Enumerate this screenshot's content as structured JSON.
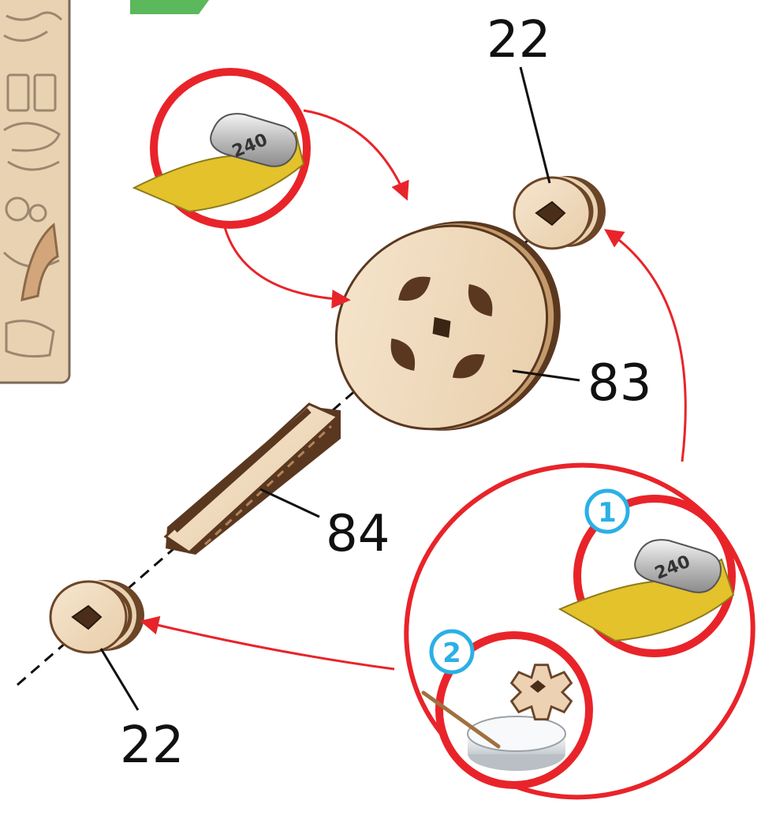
{
  "labels": {
    "part_top_spacer": "22",
    "part_rotor": "83",
    "part_axle": "84",
    "part_bottom_spacer": "22"
  },
  "steps": {
    "step_one": "1",
    "step_two": "2"
  },
  "sandpaper": {
    "grit_top": "240",
    "grit_bottom": "240"
  },
  "colors": {
    "callout_red": "#e8242a",
    "step_blue": "#2ab0e6",
    "plywood": "#f2dcc0",
    "plywood_dark": "#5a3820",
    "sandpaper_yellow": "#e3c22b",
    "wax": "#dfe3e6"
  },
  "icons": [
    "sandpaper-icon",
    "wax-icon",
    "toothpick-icon",
    "gear-icon"
  ]
}
